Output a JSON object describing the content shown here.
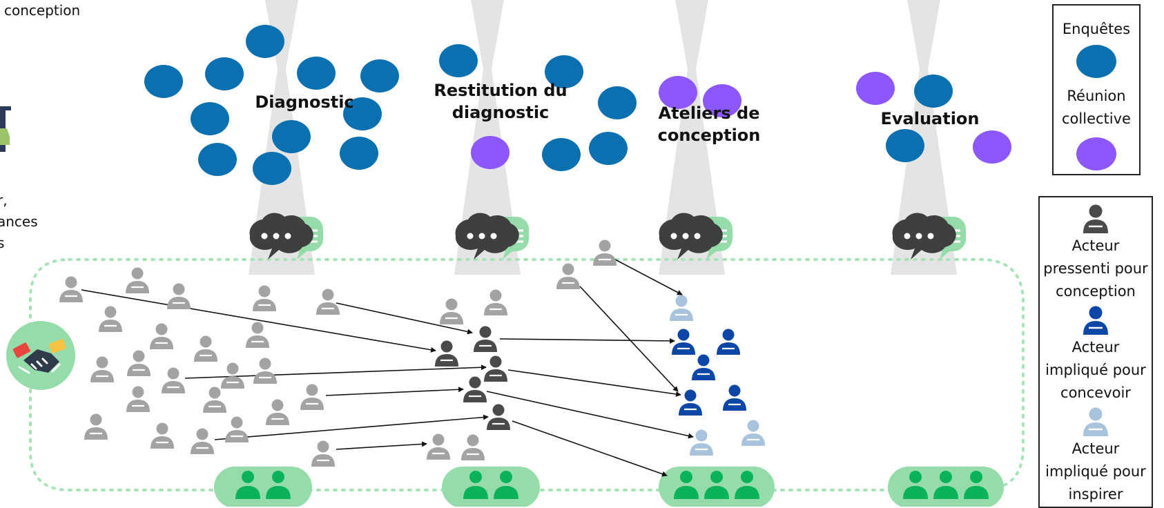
{
  "phases": [
    {
      "key": "diagnostic",
      "title": "Diagnostic"
    },
    {
      "key": "restitution",
      "title": "Restitution du\ndiagnostic"
    },
    {
      "key": "ateliers",
      "title": "Ateliers de\nconception"
    },
    {
      "key": "evaluation",
      "title": "Evaluation"
    }
  ],
  "clipped": {
    "top_text": "conception",
    "side_lines": [
      "r,",
      "ances",
      "s"
    ]
  },
  "legend_methods": {
    "enquetes_label": "Enquêtes",
    "reunion_label_line1": "Réunion",
    "reunion_label_line2": "collective"
  },
  "legend_actors": {
    "pressenti": [
      "Acteur",
      "pressenti pour",
      "conception"
    ],
    "implique_concevoir": [
      "Acteur",
      "impliqué pour",
      "concevoir"
    ],
    "implique_inspirer": [
      "Acteur",
      "impliqué pour",
      "inspirer"
    ]
  },
  "colors": {
    "enquete": "#0a70b0",
    "reunion": "#8d57ff",
    "actor_grey": "#a3a3a3",
    "actor_pressenti": "#4a4a4a",
    "actor_concevoir": "#0c47a8",
    "actor_inspirer": "#a9c3dd",
    "green_light": "#95dcaa",
    "green_dark": "#0ab35a",
    "beam": "#e4e4e4",
    "bubble_dark": "#3f3f3f"
  },
  "icons": {
    "beam": "hourglass-beam-icon",
    "speech": "speech-bubbles-icon",
    "group": "group-people-icon",
    "handshake": "handshake-icon",
    "actor": "person-icon"
  }
}
